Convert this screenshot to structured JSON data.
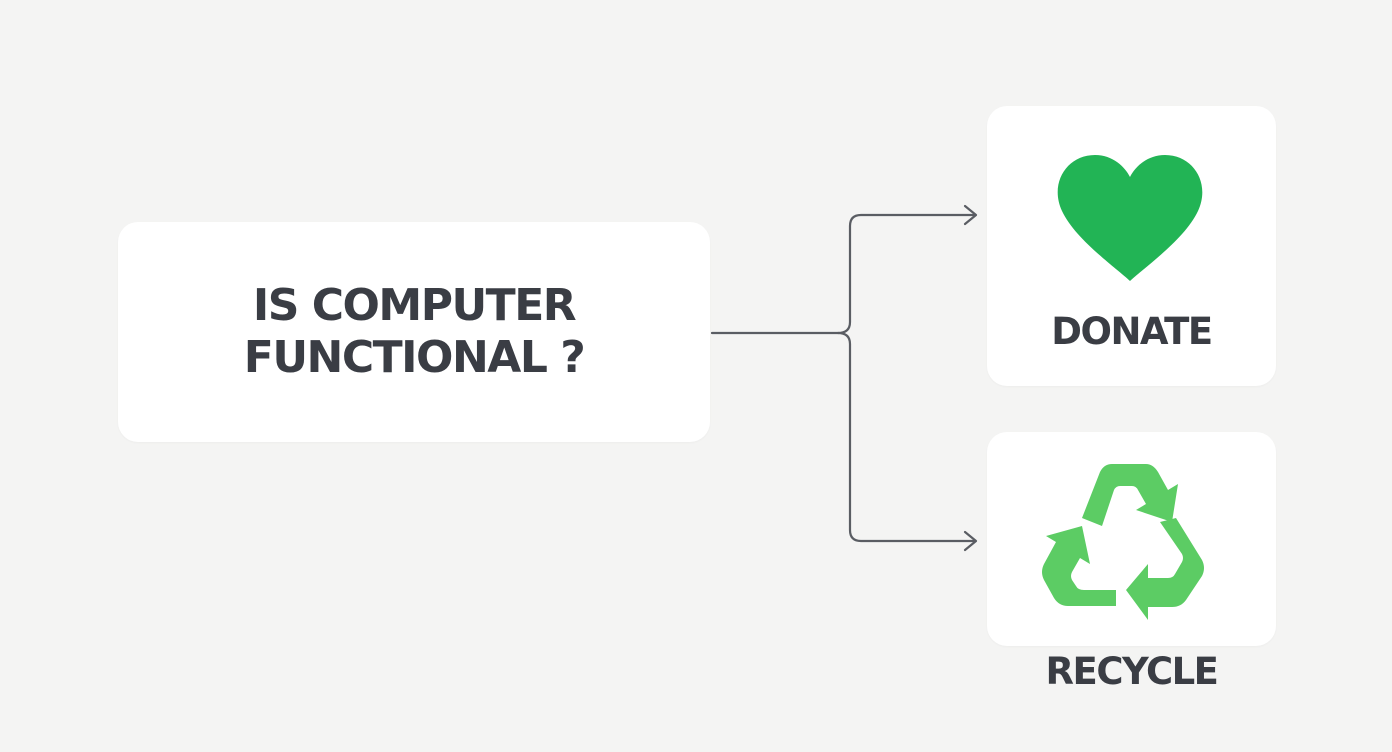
{
  "question": {
    "text": "IS COMPUTER FUNCTIONAL ?"
  },
  "options": {
    "donate": {
      "label": "DONATE",
      "icon": "heart-icon",
      "color": "#22b455"
    },
    "recycle": {
      "label": "RECYCLE",
      "icon": "recycle-icon",
      "color": "#5ccc64"
    }
  },
  "colors": {
    "background": "#f4f4f3",
    "card": "#ffffff",
    "text": "#3a3d44",
    "connector": "#5a5d63"
  }
}
